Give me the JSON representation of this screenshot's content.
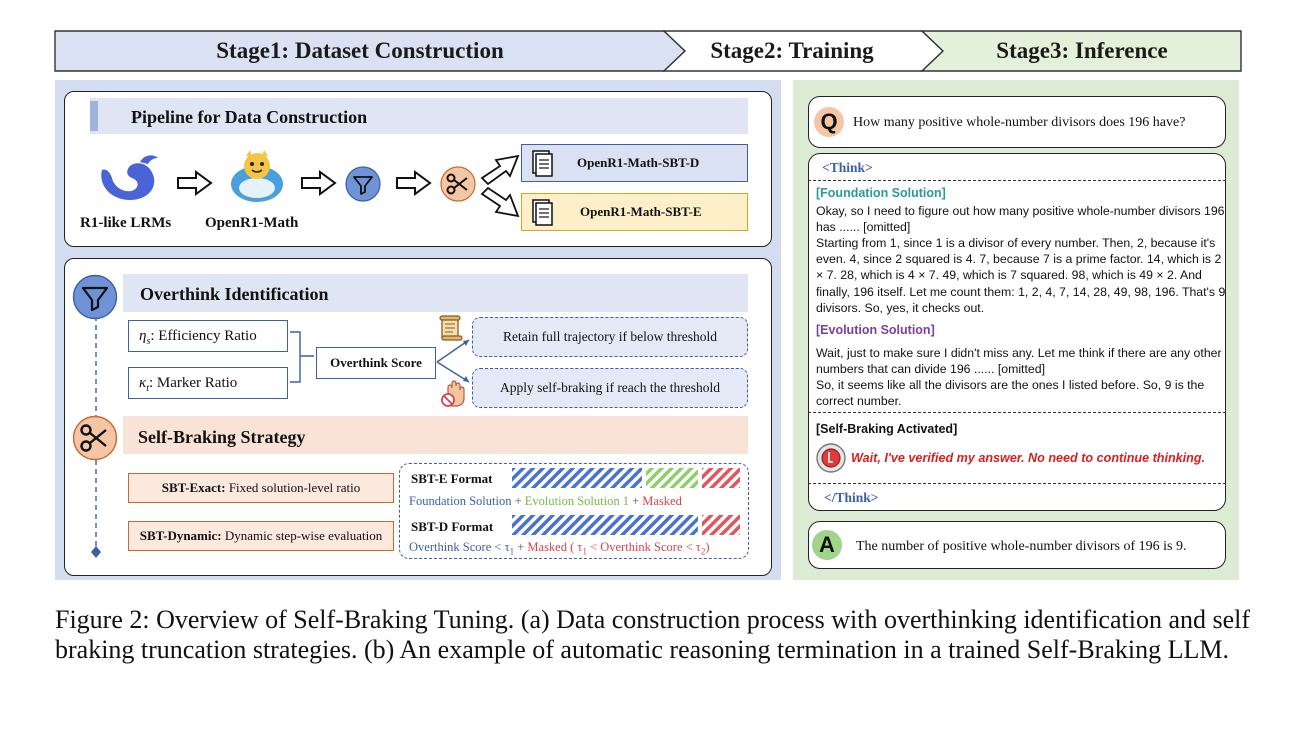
{
  "stages": [
    {
      "label": "Stage1: Dataset Construction",
      "fill": "#d9e1f2"
    },
    {
      "label": "Stage2: Training",
      "fill": "#ffffff"
    },
    {
      "label": "Stage3: Inference",
      "fill": "#e3f0da"
    }
  ],
  "pipeline": {
    "title": "Pipeline for Data Construction",
    "source1": "R1-like LRMs",
    "source2": "OpenR1-Math",
    "dataset_d": "OpenR1-Math-SBT-D",
    "dataset_e": "OpenR1-Math-SBT-E"
  },
  "overthink": {
    "title": "Overthink Identification",
    "efficiency_symbol": "η",
    "efficiency_sub": "s",
    "efficiency_text": ": Efficiency Ratio",
    "marker_symbol": "κ",
    "marker_sub": "t",
    "marker_text": ": Marker Ratio",
    "score": "Overthink Score",
    "retain": "Retain full trajectory if below threshold",
    "apply": "Apply self-braking if reach the threshold"
  },
  "strategy": {
    "title": "Self-Braking Strategy",
    "exact_bold": "SBT-Exact:",
    "exact_text": " Fixed solution-level ratio",
    "dynamic_bold": "SBT-Dynamic:",
    "dynamic_text": " Dynamic step-wise evaluation",
    "e_format": "SBT-E Format",
    "e_foundation": "Foundation Solution",
    "plus": " + ",
    "e_evolution": "Evolution Solution 1",
    "masked": "Masked",
    "d_format": "SBT-D Format",
    "d_overthink_left": "Overthink Score < τ",
    "d_sub1": "1",
    "d_range_open": "(",
    "d_range_tau1": "τ",
    "d_range_mid": " < Overthink Score < τ",
    "d_sub2": "2",
    "d_range_close": ")"
  },
  "inference": {
    "q_letter": "Q",
    "question": "How many positive whole-number divisors does 196 have?",
    "think_open": "<Think>",
    "foundation_title": "[Foundation Solution]",
    "foundation_p1": "Okay, so I need to figure out how many positive whole-number divisors 196 has ...... [omitted]",
    "foundation_p2": "Starting from 1, since 1 is a divisor of every number. Then, 2, because it's even. 4, since 2 squared is 4. 7, because 7 is a prime factor. 14, which is 2 × 7. 28, which is 4 × 7. 49, which is 7 squared. 98, which is 49 × 2. And finally, 196 itself. Let me count them: 1, 2, 4, 7, 14, 28, 49, 98, 196. That's 9 divisors. So, yes, it checks out.",
    "evolution_title": "[Evolution Solution]",
    "evolution_p1": "Wait, just to make sure I didn't miss any. Let me think if there are any other numbers that can divide 196 ...... [omitted]",
    "evolution_p2": "So, it seems like all the divisors are the ones I listed before. So, 9 is the correct number.",
    "braking_title": "[Self-Braking Activated]",
    "braking_text": "Wait, I've verified my answer. No need to continue thinking.",
    "think_close": "</Think>",
    "a_letter": "A",
    "answer": "The number of positive whole-number divisors of 196 is 9."
  },
  "caption": "Figure 2: Overview of Self-Braking Tuning. (a) Data construction process with overthinking identification and self braking truncation strategies. (b) An example of automatic reasoning termination in a trained Self-Braking LLM.",
  "colors": {
    "blue": "#3d5fa5",
    "green": "#7ab648",
    "red": "#d9434f",
    "teal": "#2a9a9a",
    "purple": "#7b3fa0",
    "orange": "#f5c6a5"
  },
  "icons": [
    "whale-icon",
    "mascot-icon",
    "funnel-icon",
    "scissors-icon",
    "document-icon",
    "scroll-icon",
    "stop-hand-icon",
    "brake-button-icon"
  ]
}
